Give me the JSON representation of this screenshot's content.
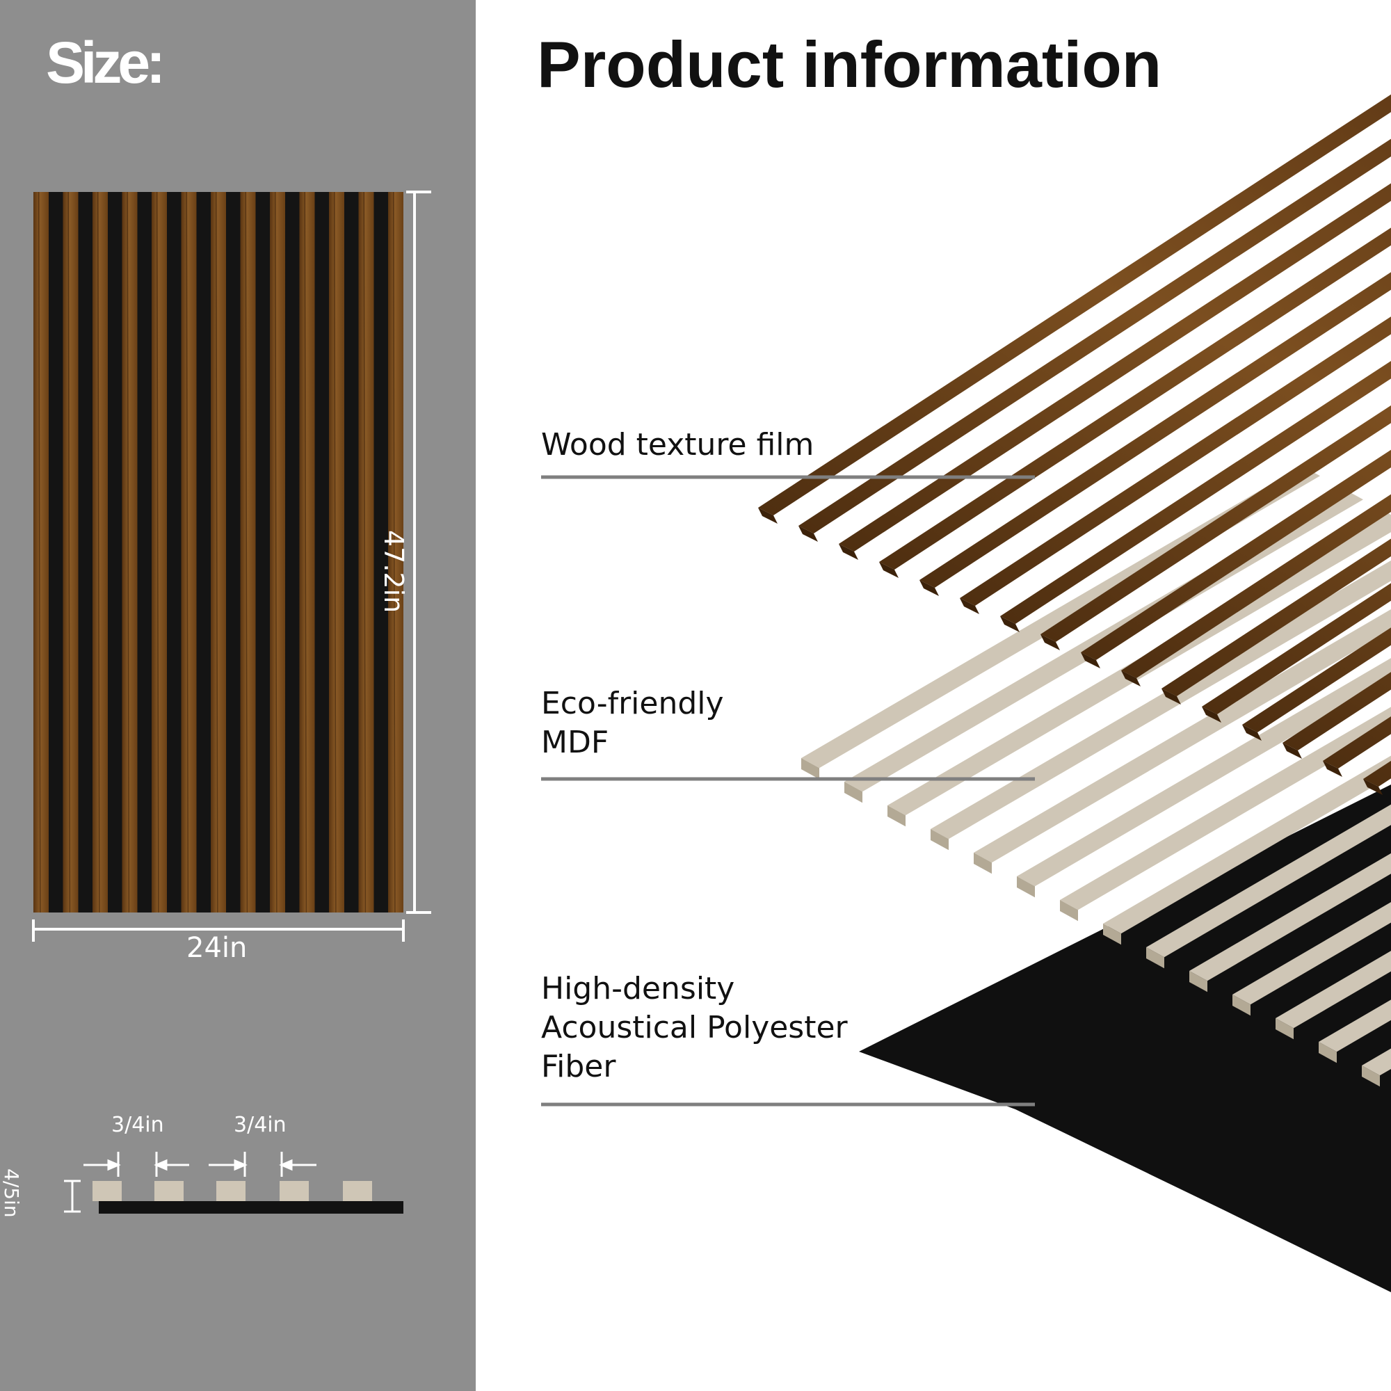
{
  "size_section": {
    "title": "Size:",
    "width_label": "24in",
    "height_label": "47.2in",
    "slat_gap_label_1": "3/4in",
    "slat_gap_label_2": "3/4in",
    "depth_label": "4/5in"
  },
  "product_section": {
    "title": "Product information",
    "layers": [
      {
        "lines": [
          "Wood texture film"
        ]
      },
      {
        "lines": [
          "Eco-friendly",
          "MDF"
        ]
      },
      {
        "lines": [
          "High-density",
          "Acoustical Polyester",
          "Fiber"
        ]
      }
    ]
  },
  "colors": {
    "left_panel": "#8e8e8e",
    "wood_light": "#8a5a26",
    "wood_dark": "#5a3512",
    "felt_black": "#121212",
    "mdf_beige": "#cfc6b6",
    "divider_gray": "#7f7f7f"
  }
}
